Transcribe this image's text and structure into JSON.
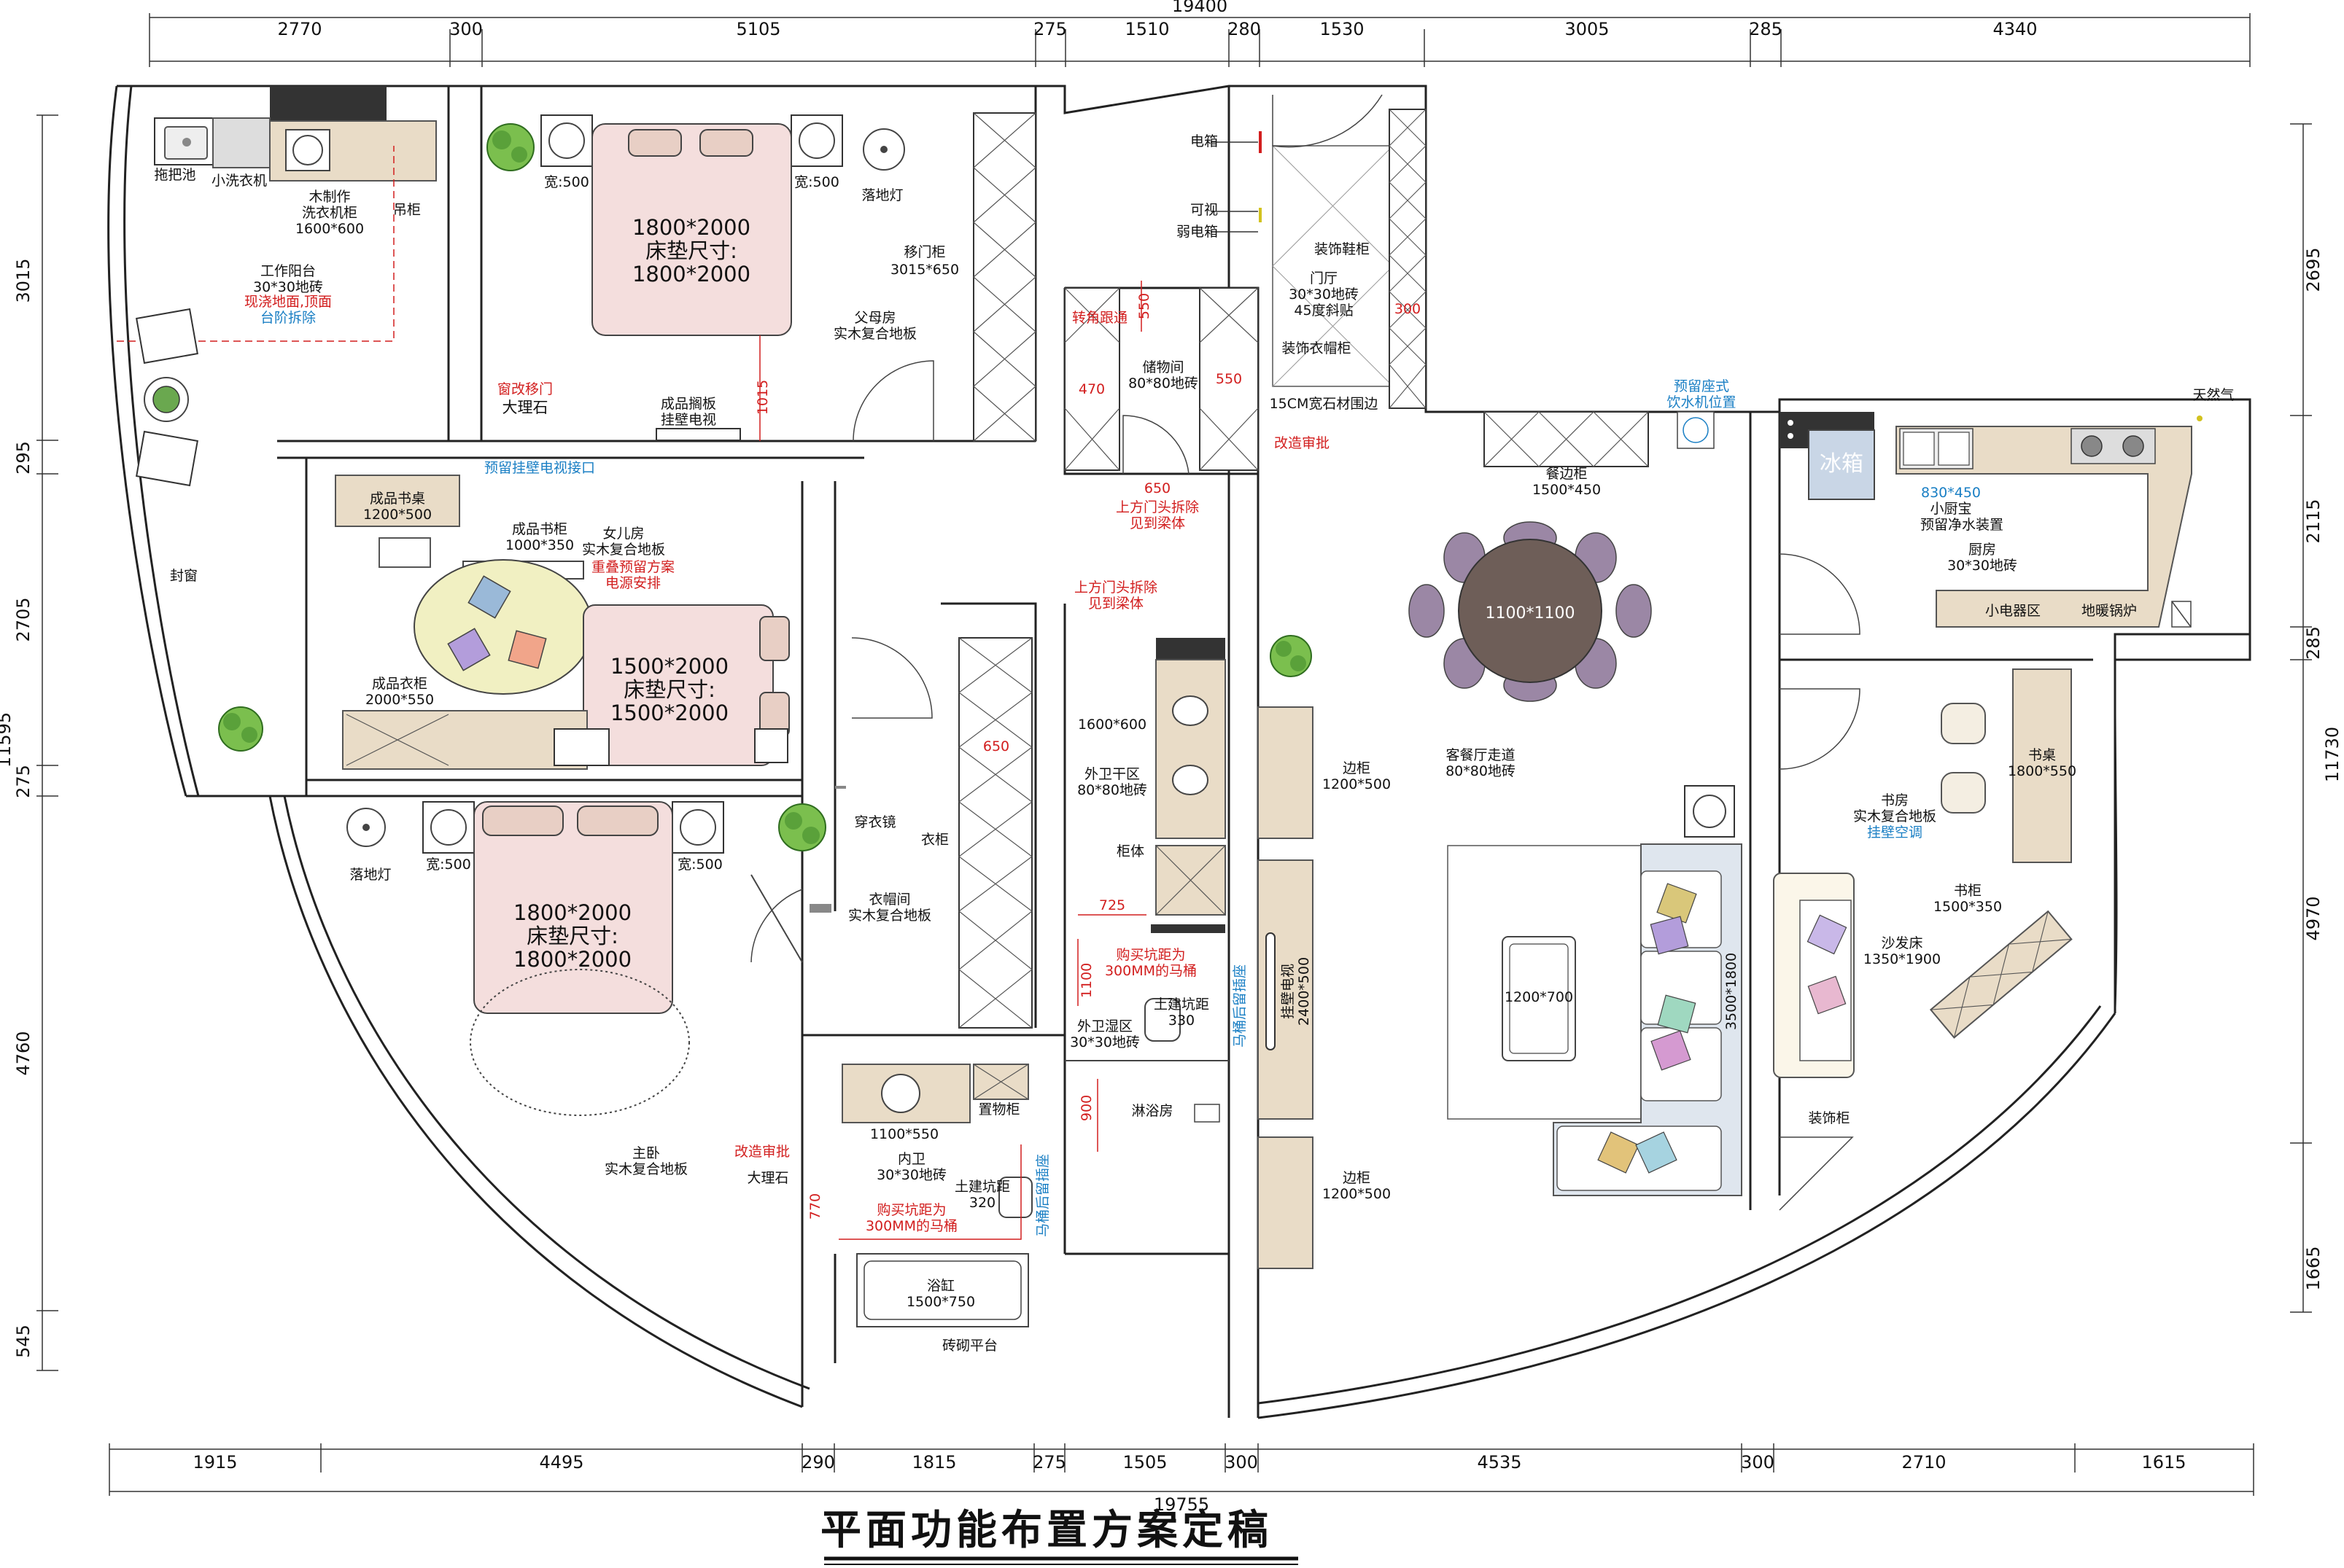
{
  "title": "平面功能布置方案定稿",
  "top_total": "19400",
  "top_dims": [
    "2770",
    "300",
    "5105",
    "275",
    "1510",
    "280",
    "1530",
    "3005",
    "285",
    "4340"
  ],
  "bottom_total": "19755",
  "bottom_dims": [
    "1915",
    "4495",
    "290",
    "1815",
    "275",
    "1505",
    "300",
    "4535",
    "300",
    "2710",
    "1615"
  ],
  "left_dims": [
    "3015",
    "295",
    "2705",
    "275",
    "4760",
    "545"
  ],
  "left_total": "11595",
  "right_dims": [
    "2695",
    "2115",
    "285",
    "4970",
    "1665"
  ],
  "right_total": "11730",
  "balcony": {
    "mop_sink": "拖把池",
    "small_washer": "小洗衣机",
    "wood_cabinet": "木制作",
    "washer_cabinet": "洗衣机柜",
    "washer_cabinet_size": "1600*600",
    "hanging_cabinet": "吊柜",
    "name": "工作阳台",
    "tile": "30*30地砖",
    "note1": "现浇地面,顶面",
    "note2": "台阶拆除",
    "window": "封窗"
  },
  "parents_room": {
    "bed_size": "1800*2000",
    "mattress_label": "床垫尺寸:",
    "mattress_size": "1800*2000",
    "night_left": "宽:500",
    "night_right": "宽:500",
    "floor_lamp": "落地灯",
    "sliding_wardrobe": "移门柜",
    "sliding_wardrobe_size": "3015*650",
    "name": "父母房",
    "floor": "实木复合地板",
    "window_to_door": "窗改移门",
    "marble": "大理石",
    "tv_shelf": "成品搁板",
    "tv_shelf2": "挂壁电视",
    "dim_1015": "1015"
  },
  "daughter_room": {
    "tv_interface": "预留挂壁电视接口",
    "desk": "成品书桌",
    "desk_size": "1200*500",
    "bookcase": "成品书柜",
    "bookcase_size": "1000*350",
    "name": "女儿房",
    "floor": "实木复合地板",
    "note1": "重叠预留方案",
    "note2": "电源安排",
    "bed_size": "1500*2000",
    "mattress_label": "床垫尺寸:",
    "mattress_size": "1500*2000",
    "wardrobe": "成品衣柜",
    "wardrobe_size": "2000*550"
  },
  "master_room": {
    "floor_lamp": "落地灯",
    "night_left": "宽:500",
    "night_right": "宽:500",
    "bed_size": "1800*2000",
    "mattress_label": "床垫尺寸:",
    "mattress_size": "1800*2000",
    "name": "主卧",
    "floor": "实木复合地板",
    "mirror": "穿衣镜",
    "closet": "衣柜",
    "cloakroom": "衣帽间",
    "cloakroom_floor": "实木复合地板",
    "dim_650": "650",
    "marble": "大理石",
    "approval": "改造审批"
  },
  "inner_bath": {
    "vanity_size": "1100*550",
    "shelf": "置物柜",
    "name": "内卫",
    "tile": "30*30地砖",
    "pit": "土建坑距",
    "pit_value": "320",
    "toilet_note1": "购买坑距为",
    "toilet_note2": "300MM的马桶",
    "socket_note": "马桶后留插座",
    "dim_770": "770",
    "bathtub": "浴缸",
    "bathtub_size": "1500*750",
    "platform": "砖砌平台"
  },
  "storage": {
    "corner_beam": "转角跟通",
    "dim_550_v": "550",
    "name": "储物间",
    "tile": "80*80地砖",
    "dim_470": "470",
    "dim_550": "550",
    "dim_650": "650",
    "note1": "上方门头拆除",
    "note2": "见到梁体"
  },
  "entry": {
    "electric_box": "电箱",
    "intercom": "可视",
    "weak_box": "弱电箱",
    "shoe_cabinet": "装饰鞋柜",
    "name": "门厅",
    "tile": "30*30地砖",
    "tile2": "45度斜贴",
    "coat_cabinet": "装饰衣帽柜",
    "dim_300": "300",
    "stone_border": "15CM宽石材围边",
    "approval": "改造审批"
  },
  "outer_bath": {
    "note1": "上方门头拆除",
    "note2": "见到梁体",
    "vanity_size": "1600*600",
    "dry_name": "外卫干区",
    "dry_tile": "80*80地砖",
    "cabinet": "柜体",
    "dim_725": "725",
    "toilet_note1": "购买坑距为",
    "toilet_note2": "300MM的马桶",
    "dim_1100": "1100",
    "pit": "土建坑距",
    "pit_value": "330",
    "wet_name": "外卫湿区",
    "wet_tile": "30*30地砖",
    "dim_900": "900",
    "shower": "淋浴房",
    "socket_note": "马桶后留插座"
  },
  "living": {
    "sideboard": "餐边柜",
    "sideboard_size": "1500*450",
    "water_dispenser1": "预留座式",
    "water_dispenser2": "饮水机位置",
    "table_size": "1100*1100",
    "side_cabinet_top": "边柜",
    "side_cabinet_top_size": "1200*500",
    "name": "客餐厅走道",
    "tile": "80*80地砖",
    "tv": "挂壁电视",
    "tv_size": "2400*500",
    "coffee_table": "1200*700",
    "sofa_size": "3500*1800",
    "side_cabinet_bottom": "边柜",
    "side_cabinet_bottom_size": "1200*500"
  },
  "kitchen": {
    "fridge": "冰箱",
    "gas": "天然气",
    "water_heater_size": "830*450",
    "water_heater": "小厨宝",
    "purifier": "预留净水装置",
    "name": "厨房",
    "tile": "30*30地砖",
    "appliance": "小电器区",
    "boiler": "地暖锅炉"
  },
  "study": {
    "desk": "书桌",
    "desk_size": "1800*550",
    "name": "书房",
    "floor": "实木复合地板",
    "ac": "挂壁空调",
    "bookcase": "书柜",
    "bookcase_size": "1500*350",
    "sofa_bed": "沙发床",
    "sofa_bed_size": "1350*1900",
    "deco_cabinet": "装饰柜"
  }
}
